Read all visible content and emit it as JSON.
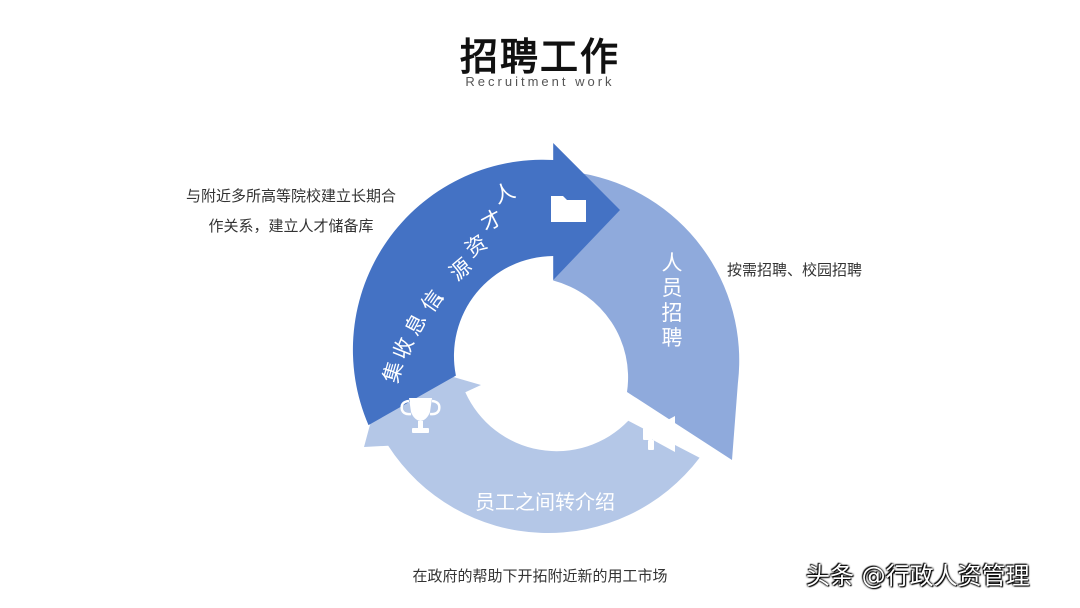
{
  "header": {
    "title": "招聘工作",
    "subtitle": "Recruitment work"
  },
  "notes": {
    "left": "与附近多所高等院校建立长期合作关系，建立人才储备库",
    "right": "按需招聘、校园招聘",
    "bottom": "在政府的帮助下开拓附近新的用工市场"
  },
  "cycle": {
    "segments": [
      {
        "label": "人才资源、信息收集",
        "icon": "folder-icon",
        "color": "#4472c4"
      },
      {
        "label": "人员招聘",
        "icon": "megaphone-icon",
        "color": "#8faadc"
      },
      {
        "label": "员工之间转介绍",
        "icon": "trophy-icon",
        "color": "#b4c7e7"
      }
    ]
  },
  "watermark": "头条 @行政人资管理"
}
